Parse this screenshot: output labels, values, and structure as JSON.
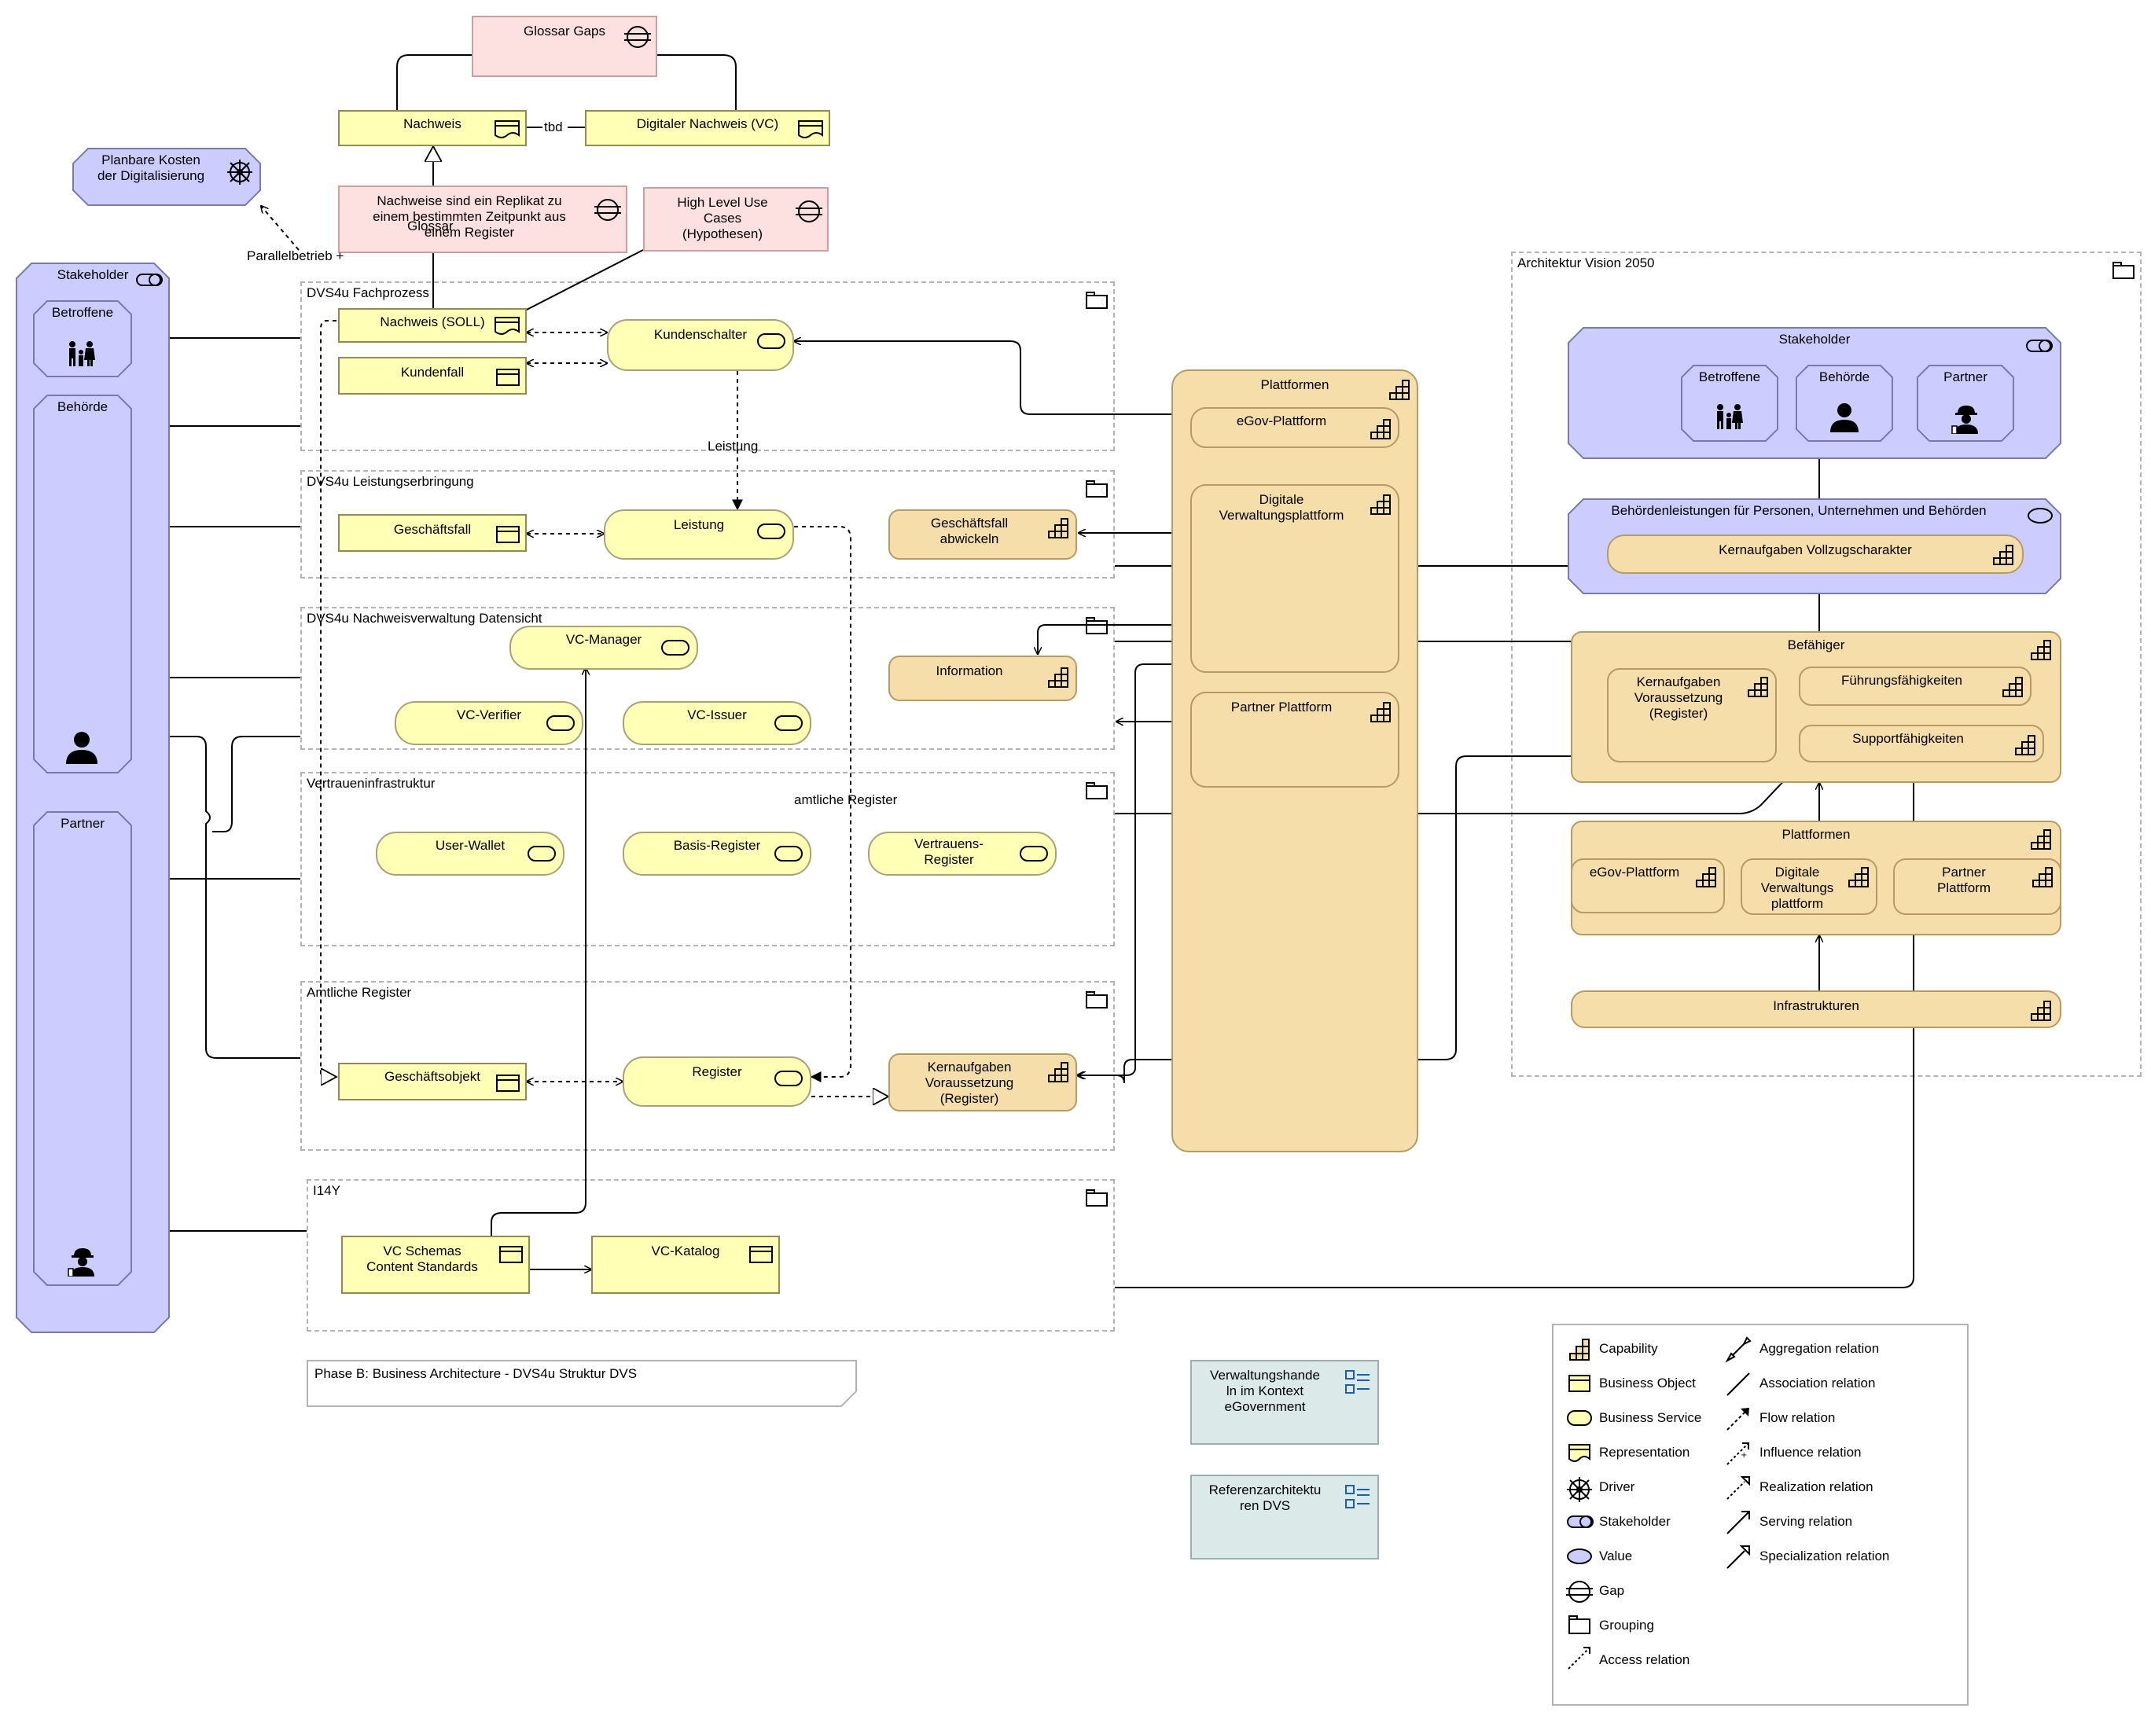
{
  "diagram": {
    "glossar_gaps": "Glossar Gaps",
    "nachweis": "Nachweis",
    "tbd": "tbd",
    "digitaler_nachweis": "Digitaler Nachweis (VC)",
    "planbare_kosten": "Planbare Kosten\nder Digitalisierung",
    "replikat_gap": "Nachweise sind ein Replikat zu\neinem bestimmten Zeitpunkt aus\neinem Register",
    "glossar_overlap": "Glossar",
    "high_level": "High Level Use\nCases\n(Hypothesen)",
    "parallelbetrieb": "Parallelbetrieb +",
    "stakeholder": "Stakeholder",
    "betroffene": "Betroffene",
    "behoerde": "Behörde",
    "partner": "Partner",
    "grp_fachprozess": "DVS4u Fachprozess",
    "nachweis_soll": "Nachweis (SOLL)",
    "kundenfall": "Kundenfall",
    "kundenschalter": "Kundenschalter",
    "leistung_label": "Leistung",
    "grp_leistungserbringung": "DVS4u Leistungserbringung",
    "geschaeftsfall": "Geschäftsfall",
    "leistung": "Leistung",
    "geschaeftsfall_abwickeln": "Geschäftsfall\nabwickeln",
    "grp_nachweisverwaltung": "DVS4u Nachweisverwaltung Datensicht",
    "vc_manager": "VC-Manager",
    "information": "Information",
    "vc_verifier": "VC-Verifier",
    "vc_issuer": "VC-Issuer",
    "grp_vertrauen": "Vertraueninfrastruktur",
    "amtliche_register_label": "amtliche Register",
    "user_wallet": "User-Wallet",
    "basis_register": "Basis-Register",
    "vertrauens_register": "Vertrauens-\nRegister",
    "grp_amtliche": "Amtliche Register",
    "geschaeftsobjekt": "Geschäftsobjekt",
    "register": "Register",
    "kernaufgaben_vor": "Kernaufgaben\nVoraussetzung\n(Register)",
    "grp_i14y": "I14Y",
    "vc_schemas": "VC Schemas\nContent Standards",
    "vc_katalog": "VC-Katalog",
    "phase_b": "Phase B: Business Architecture - DVS4u Struktur DVS",
    "plattformen": "Plattformen",
    "egov_plattform": "eGov-Plattform",
    "digitale_verwaltungsplattform": "Digitale\nVerwaltungsplattform",
    "partner_plattform": "Partner Plattform",
    "verwaltungshandel": "Verwaltungshande\nln im Kontext\neGovernment",
    "referenzarchitektur": "Referenzarchitektu\nren DVS",
    "grp_vision": "Architektur Vision 2050",
    "v_stakeholder": "Stakeholder",
    "v_betroffene": "Betroffene",
    "v_behoerde": "Behörde",
    "v_partner": "Partner",
    "v_behoerdenleistungen": "Behördenleistungen für Personen, Unternehmen und Behörden",
    "v_kernaufgaben_vollzug": "Kernaufgaben Vollzugscharakter",
    "v_befaehiger": "Befähiger",
    "v_kernaufgaben_vor": "Kernaufgaben\nVoraussetzung\n(Register)",
    "v_fuehrung": "Führungsfähigkeiten",
    "v_support": "Supportfähigkeiten",
    "v_plattformen": "Plattformen",
    "v_egov": "eGov-Plattform",
    "v_digitale": "Digitale\nVerwaltungs\nplattform",
    "v_partner_plattform": "Partner\nPlattform",
    "v_infrastrukturen": "Infrastrukturen"
  },
  "legend": {
    "left": [
      "Capability",
      "Business Object",
      "Business Service",
      "Representation",
      "Driver",
      "Stakeholder",
      "Value",
      "Gap",
      "Grouping",
      "Access relation"
    ],
    "right": [
      "Aggregation relation",
      "Association relation",
      "Flow relation",
      "Influence relation",
      "Realization relation",
      "Serving relation",
      "Specialization relation"
    ]
  },
  "colors": {
    "business_yellow": "#ffffb5",
    "motivation_violet": "#ccccff",
    "capability_beige": "#f5deaa",
    "gap_pink": "#fde0e0",
    "view_teal": "#dce9e9"
  }
}
